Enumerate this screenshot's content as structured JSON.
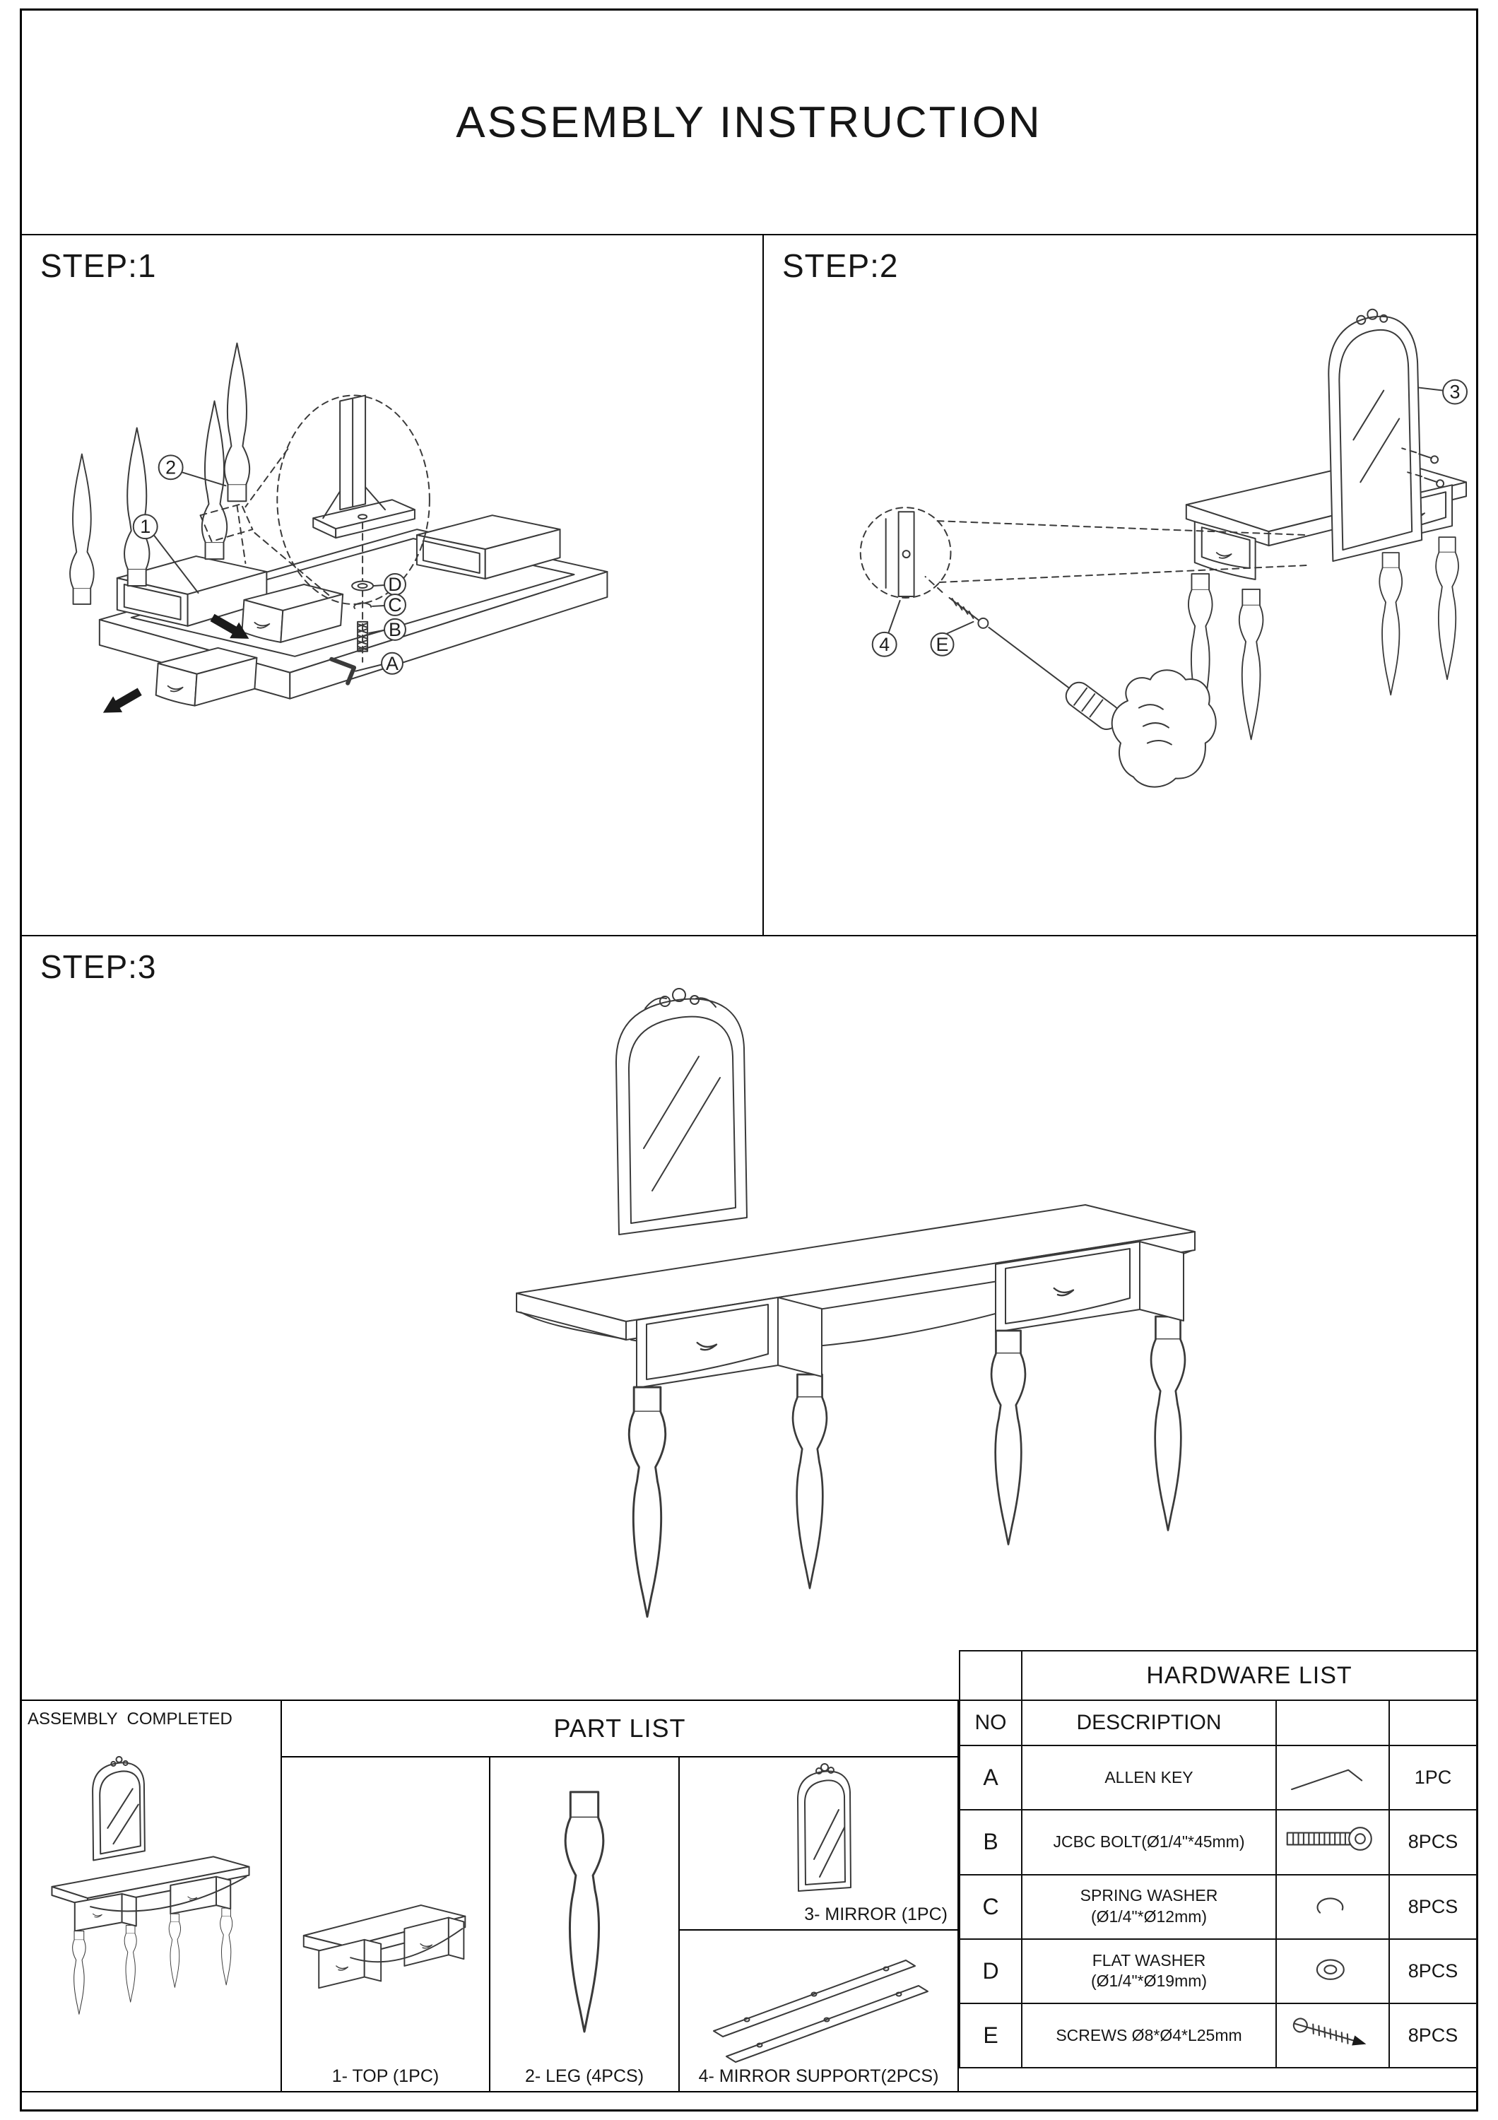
{
  "title": "ASSEMBLY INSTRUCTION",
  "steps": {
    "step1": {
      "label": "STEP:1",
      "part_callouts": {
        "frame": "1",
        "leg": "2"
      },
      "hardware_callouts": {
        "flat_washer": "D",
        "spring_washer": "C",
        "bolt": "B",
        "allen_key": "A"
      }
    },
    "step2": {
      "label": "STEP:2",
      "part_callouts": {
        "mirror": "3",
        "support": "4"
      },
      "hardware_callouts": {
        "screw": "E"
      }
    },
    "step3": {
      "label": "STEP:3"
    }
  },
  "assembly_completed_label": "ASSEMBLY  COMPLETED",
  "part_list": {
    "title": "PART LIST",
    "items": [
      {
        "label": "1- TOP (1PC)"
      },
      {
        "label": "2- LEG (4PCS)"
      },
      {
        "label": "3- MIRROR (1PC)"
      },
      {
        "label": "4- MIRROR SUPPORT(2PCS)"
      }
    ]
  },
  "hardware_list": {
    "title": "HARDWARE LIST",
    "columns": {
      "no": "NO",
      "description": "DESCRIPTION"
    },
    "rows": [
      {
        "no": "A",
        "description": "ALLEN KEY",
        "qty": "1PC"
      },
      {
        "no": "B",
        "description": "JCBC BOLT(Ø1/4\"*45mm)",
        "qty": "8PCS"
      },
      {
        "no": "C",
        "description": "SPRING WASHER\n(Ø1/4\"*Ø12mm)",
        "qty": "8PCS"
      },
      {
        "no": "D",
        "description": "FLAT WASHER\n(Ø1/4\"*Ø19mm)",
        "qty": "8PCS"
      },
      {
        "no": "E",
        "description": "SCREWS Ø8*Ø4*L25mm",
        "qty": "8PCS"
      }
    ]
  }
}
